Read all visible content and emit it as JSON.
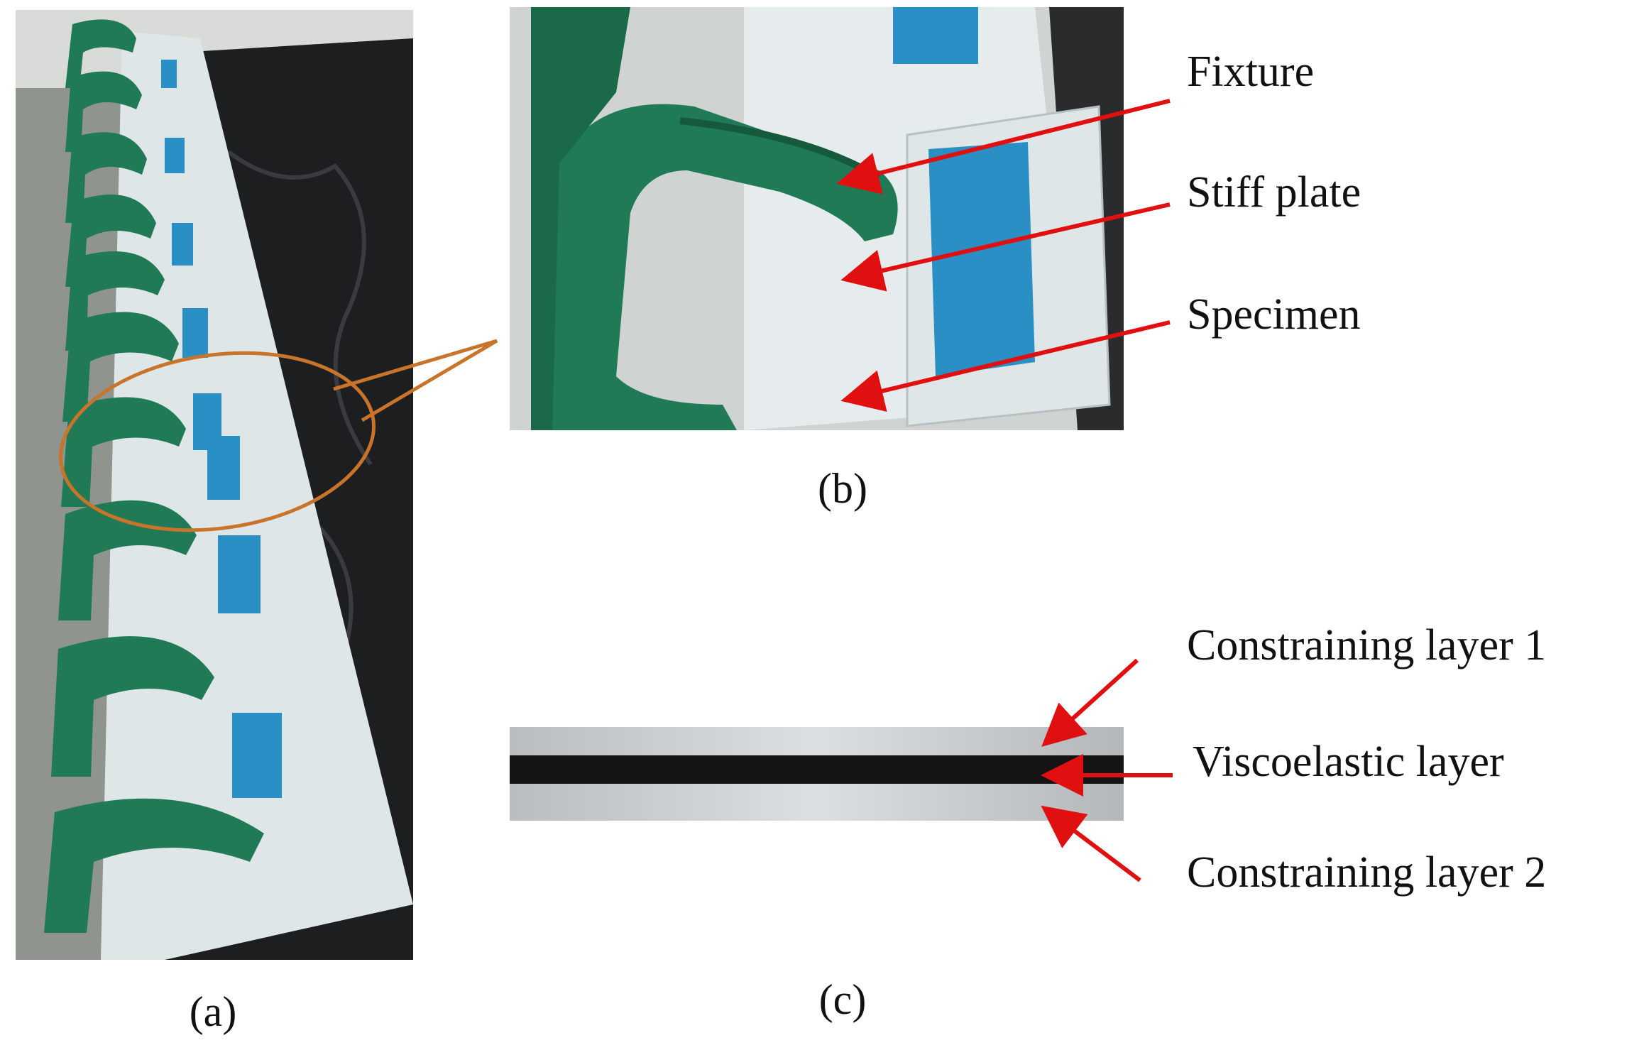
{
  "captions": {
    "a": "(a)",
    "b": "(b)",
    "c": "(c)"
  },
  "labels": {
    "fixture": "Fixture",
    "stiff_plate": "Stiff plate",
    "specimen": "Specimen",
    "constraining_layer_1": "Constraining layer 1",
    "viscoelastic_layer": "Viscoelastic layer",
    "constraining_layer_2": "Constraining layer 2"
  },
  "colors": {
    "arrow": "#e01010",
    "callout": "#c8742a",
    "clamp_green": "#1f7a55",
    "specimen_blue": "#2a8fc4",
    "acrylic": "#e4eaec",
    "viscoelastic": "#141414",
    "aluminum": "#c9ccce"
  }
}
